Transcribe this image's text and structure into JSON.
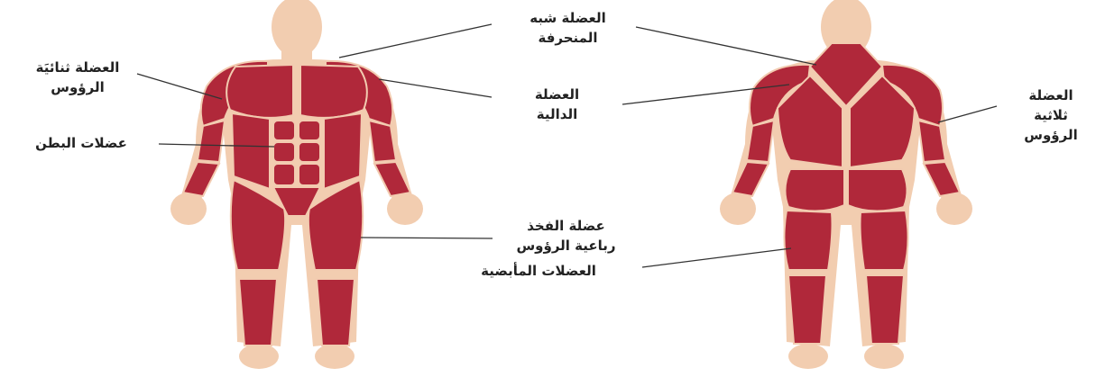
{
  "colors": {
    "muscle": "#b0283a",
    "muscle_line": "#f2cbb0",
    "skin": "#f2cdb0",
    "leader": "#333333"
  },
  "labels": {
    "trapezius": {
      "line1": "العضلة شبه",
      "line2": "المنحرفة"
    },
    "biceps": {
      "line1": "العضلة ثنائيَة",
      "line2": "الرؤوس"
    },
    "deltoid": {
      "line1": "العضلة",
      "line2": "الدالية"
    },
    "triceps": {
      "line1": "العضلة",
      "line2": "ثلاثية",
      "line3": "الرؤوس"
    },
    "abdominals": {
      "line1": "عضلات البطن"
    },
    "quadriceps": {
      "line1": "عضلة الفخذ",
      "line2": "رباعية الرؤوس"
    },
    "hamstrings": {
      "line1": "العضلات المأبضية"
    }
  }
}
